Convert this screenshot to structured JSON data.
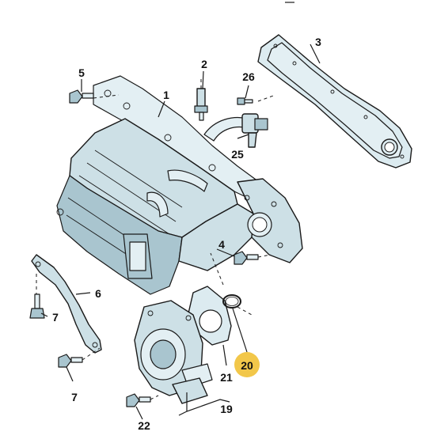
{
  "diagram": {
    "highlight_color": "#f2c74a",
    "part_color": "#cde0e6",
    "callouts": {
      "c1": "1",
      "c2": "2",
      "c3": "3",
      "c4": "4",
      "c5": "5",
      "c6": "6",
      "c7a": "7",
      "c7b": "7",
      "c19": "19",
      "c20": "20",
      "c21": "21",
      "c22": "22",
      "c25": "25",
      "c26": "26"
    }
  }
}
